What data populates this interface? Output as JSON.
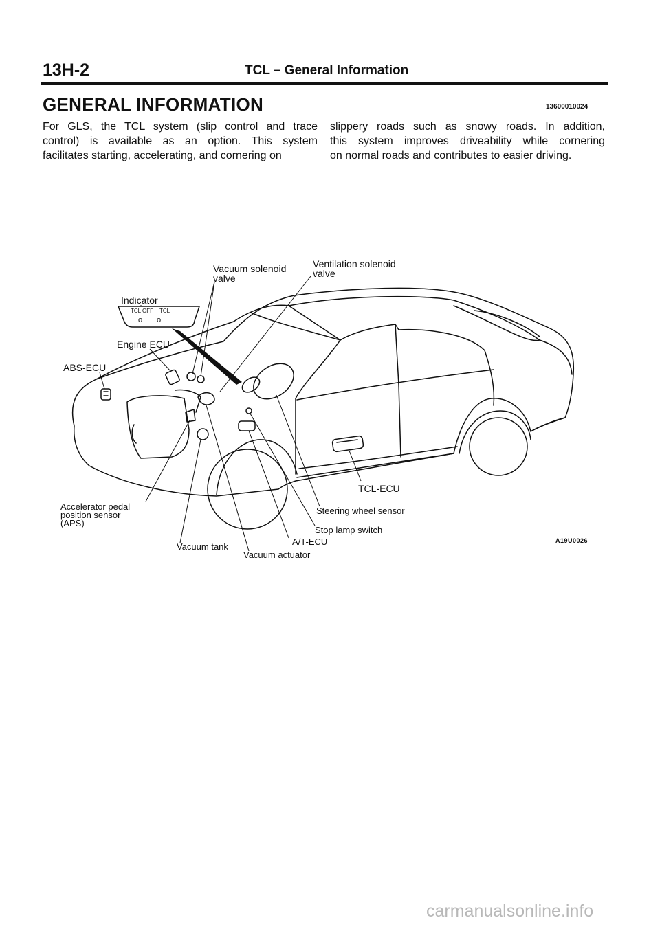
{
  "header": {
    "page_number": "13H-2",
    "running_title": "TCL – General Information"
  },
  "section": {
    "title": "GENERAL INFORMATION",
    "code": "13600010024"
  },
  "body": {
    "left_lines": [
      "For GLS, the TCL system (slip control and trace",
      "control) is available as an option. This system",
      "facilitates starting, accelerating, and cornering on"
    ],
    "right_lines": [
      "slippery roads such as snowy roads. In addition,",
      "this system improves driveability while cornering",
      "on normal roads and contributes to easier driving."
    ]
  },
  "figure": {
    "code": "A19U0026",
    "indicator_panel": {
      "left_text": "TCL OFF",
      "right_text": "TCL"
    },
    "labels": {
      "vacuum_solenoid_valve": [
        "Vacuum solenoid",
        "valve"
      ],
      "ventilation_solenoid_valve": [
        "Ventilation solenoid",
        "valve"
      ],
      "indicator": "Indicator",
      "engine_ecu": "Engine ECU",
      "abs_ecu": "ABS-ECU",
      "accelerator_pedal_position_sensor": [
        "Accelerator pedal",
        "position sensor",
        "(APS)"
      ],
      "tcl_ecu": "TCL-ECU",
      "steering_wheel_sensor": "Steering wheel sensor",
      "stop_lamp_switch": "Stop lamp switch",
      "at_ecu": "A/T-ECU",
      "vacuum_tank": "Vacuum tank",
      "vacuum_actuator": "Vacuum actuator"
    }
  },
  "footer": {
    "watermark": "carmanualsonline.info"
  }
}
